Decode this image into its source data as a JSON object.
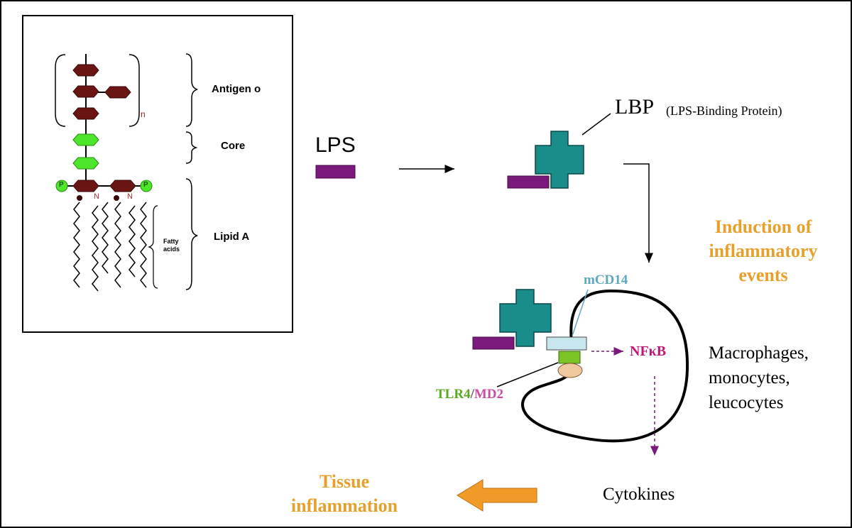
{
  "structure": {
    "subscript_n": "n",
    "antigen_label": "Antigen o",
    "core_label": "Core",
    "lipid_label": "Lipid A",
    "fatty_acids_label": "Fatty acids",
    "phosphate_label": "P",
    "n_label": "N"
  },
  "lps_label": "LPS",
  "lbp": {
    "abbrev": "LBP",
    "full": "(LPS-Binding Protein)"
  },
  "induction_label": "Induction of inflammatory events",
  "induction_lines": [
    "Induction of",
    "inflammatory",
    "events"
  ],
  "mcd14_label": "mCD14",
  "nfkb_label": "NFκB",
  "tlr4_label": "TLR4",
  "slash": "/",
  "md2_label": "MD2",
  "cell_types_lines": [
    "Macrophages,",
    "monocytes,",
    "leucocytes"
  ],
  "cytokines_label": "Cytokines",
  "tissue_lines": [
    "Tissue",
    "inflammation"
  ],
  "colors": {
    "sugar_dark": "#6b1414",
    "sugar_core": "#4ee62a",
    "phosphate": "#4ee62a",
    "lbp_teal": "#1a8c8a",
    "lps_purple": "#7a1a7a",
    "mcd14": "#c8e6ee",
    "tlr4": "#7bc425",
    "md2": "#f0c8a0",
    "orange": "#e8a02c",
    "nfkb": "#c0187a",
    "tlr4_text": "#5aa81e",
    "md2_text": "#d04aa0",
    "mcd14_text": "#5fa8c0"
  }
}
